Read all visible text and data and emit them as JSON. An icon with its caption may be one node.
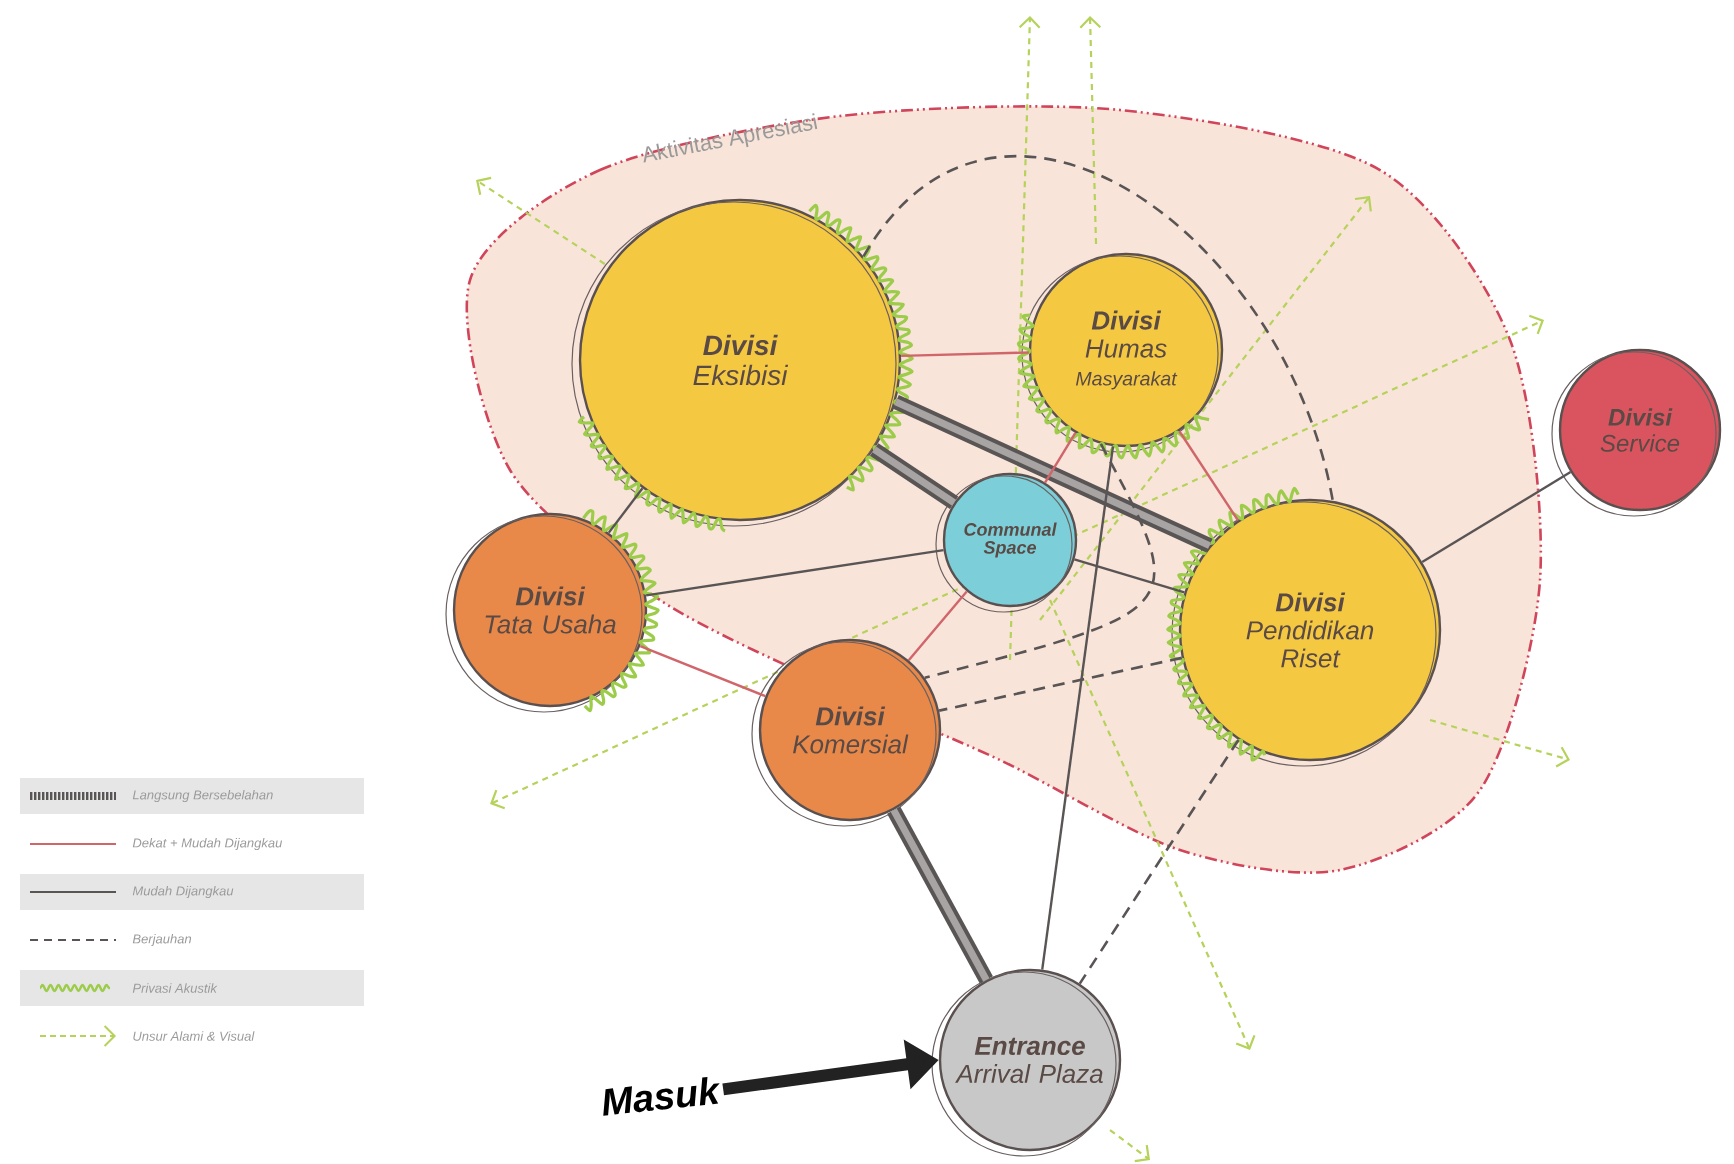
{
  "diagram": {
    "nodes": [
      {
        "text": [
          "Aktivitas Apresiasi"
        ]
      },
      {
        "text": [
          "Divisi",
          "Eksibisi"
        ],
        "in": 0
      },
      {
        "text": [
          "Divisi",
          "Humas",
          "Masyarakat"
        ],
        "in": 0
      },
      {
        "text": [
          "Communal Space"
        ],
        "in": 0
      },
      {
        "text": [
          "Divisi",
          "Pendidikan Riset"
        ],
        "in": 0
      },
      {
        "text": [
          "Divisi",
          "Tata Usaha"
        ]
      },
      {
        "text": [
          "Divisi",
          "Komersial"
        ]
      },
      {
        "text": [
          "Divisi",
          "Service"
        ]
      },
      {
        "text": [
          "Entrance",
          "Arrival Plaza"
        ]
      },
      {
        "text": [
          "Masuk"
        ]
      }
    ],
    "edges": [
      {
        "from": 1,
        "to": 3,
        "arrow": "none",
        "style": "thick"
      },
      {
        "from": 1,
        "to": 4,
        "arrow": "none",
        "style": "thick"
      },
      {
        "from": 6,
        "to": 8,
        "arrow": "none",
        "style": "thick"
      },
      {
        "from": 9,
        "to": 8,
        "arrow": "to",
        "style": "thick",
        "color": "#222222"
      },
      {
        "from": 1,
        "to": 2,
        "arrow": "none",
        "color": "#d0656a"
      },
      {
        "from": 2,
        "to": 3,
        "arrow": "none",
        "color": "#d0656a"
      },
      {
        "from": 2,
        "to": 4,
        "arrow": "none",
        "color": "#d0656a"
      },
      {
        "from": 3,
        "to": 6,
        "arrow": "none",
        "color": "#d0656a"
      },
      {
        "from": 5,
        "to": 6,
        "arrow": "none",
        "color": "#d0656a"
      },
      {
        "from": 5,
        "to": 3,
        "arrow": "none"
      },
      {
        "from": 5,
        "to": 1,
        "arrow": "none"
      },
      {
        "from": 3,
        "to": 4,
        "arrow": "none"
      },
      {
        "from": 4,
        "to": 7,
        "arrow": "none"
      },
      {
        "from": 2,
        "to": 8,
        "arrow": "none"
      },
      {
        "from": 1,
        "to": 4,
        "arrow": "none",
        "style": "dashed"
      },
      {
        "from": 2,
        "to": 6,
        "arrow": "none",
        "style": "dashed"
      },
      {
        "from": 4,
        "to": 6,
        "arrow": "none",
        "style": "dashed"
      },
      {
        "from": 4,
        "to": 8,
        "arrow": "none",
        "style": "dashed"
      }
    ],
    "legend": [
      {
        "text": "Langsung Bersebelahan"
      },
      {
        "text": "Dekat + Mudah Dijangkau"
      },
      {
        "text": "Mudah Dijangkau"
      },
      {
        "text": "Berjauhan"
      },
      {
        "text": "Privasi Akustik"
      },
      {
        "text": "Unsur Alami & Visual"
      }
    ]
  }
}
